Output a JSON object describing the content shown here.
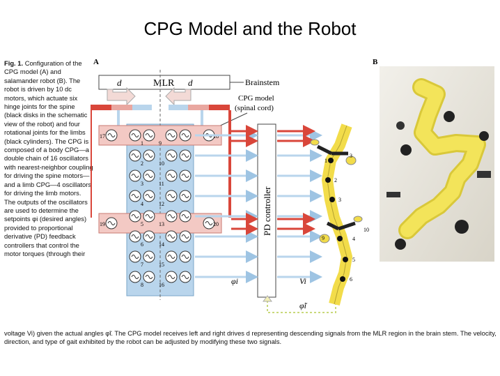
{
  "slide_title": "CPG Model and the Robot",
  "caption": {
    "fig_label": "Fig. 1.",
    "text": "Configuration of the CPG model (A) and salamander robot (B). The robot is driven by 10 dc motors, which actuate six hinge joints for the spine (black disks in the schematic view of the robot) and four rotational joints for the limbs (black cylinders). The CPG is composed of a body CPG—a double chain of 16 oscillators with nearest-neighbor coupling for driving the spine motors—and a limb CPG—4 oscillators for driving the limb motors. The outputs of the oscillators are used to determine the setpoints φi (desired angles) provided to proportional derivative (PD) feedback controllers that control the motor torques (through their",
    "tail": "voltage Vi) given the actual angles φ̃i. The CPG model receives left and right drives d representing descending signals from the MLR region in the brain stem. The velocity, direction, and type of gait exhibited by the robot can be adjusted by modifying these two signals."
  },
  "figure": {
    "panel_a": "A",
    "panel_b": "B",
    "mlr": "MLR",
    "drive_left": "d",
    "drive_right": "d",
    "brainstem": "Brainstem",
    "cpg_line1": "CPG model",
    "cpg_line2": "(spinal cord)",
    "pd_controller": "PD controller",
    "phi": "φi",
    "volt": "Vi",
    "phi_tilde": "φ̃i",
    "left_osc": [
      "1",
      "2",
      "3",
      "4",
      "5",
      "6",
      "7",
      "8"
    ],
    "right_osc": [
      "9",
      "10",
      "11",
      "12",
      "13",
      "14",
      "15",
      "16"
    ],
    "limb_osc": [
      "17",
      "18",
      "19",
      "20"
    ],
    "robot_joints": [
      "1",
      "2",
      "3",
      "4",
      "5",
      "6",
      "9",
      "10"
    ]
  },
  "colors": {
    "cpg_blue": "#b9d5ec",
    "drive_red": "#d9463a",
    "drive_pink": "#f3c9c4",
    "robot_yellow": "#f2dc4a"
  }
}
